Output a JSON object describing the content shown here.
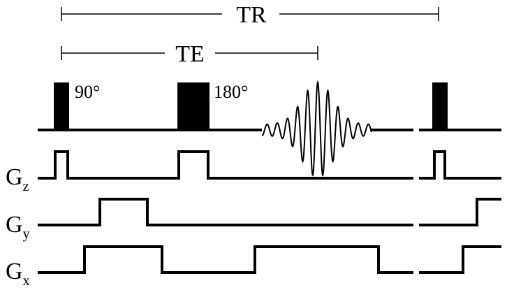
{
  "intervals": {
    "tr_label": "TR",
    "te_label": "TE"
  },
  "pulses": {
    "flip_angle_90": "90°",
    "flip_angle_180": "180°"
  },
  "gradients": {
    "gz": {
      "letter": "G",
      "sub": "z"
    },
    "gy": {
      "letter": "G",
      "sub": "y"
    },
    "gx": {
      "letter": "G",
      "sub": "x"
    }
  },
  "colors": {
    "ink": "#000000",
    "background": "#ffffff"
  }
}
